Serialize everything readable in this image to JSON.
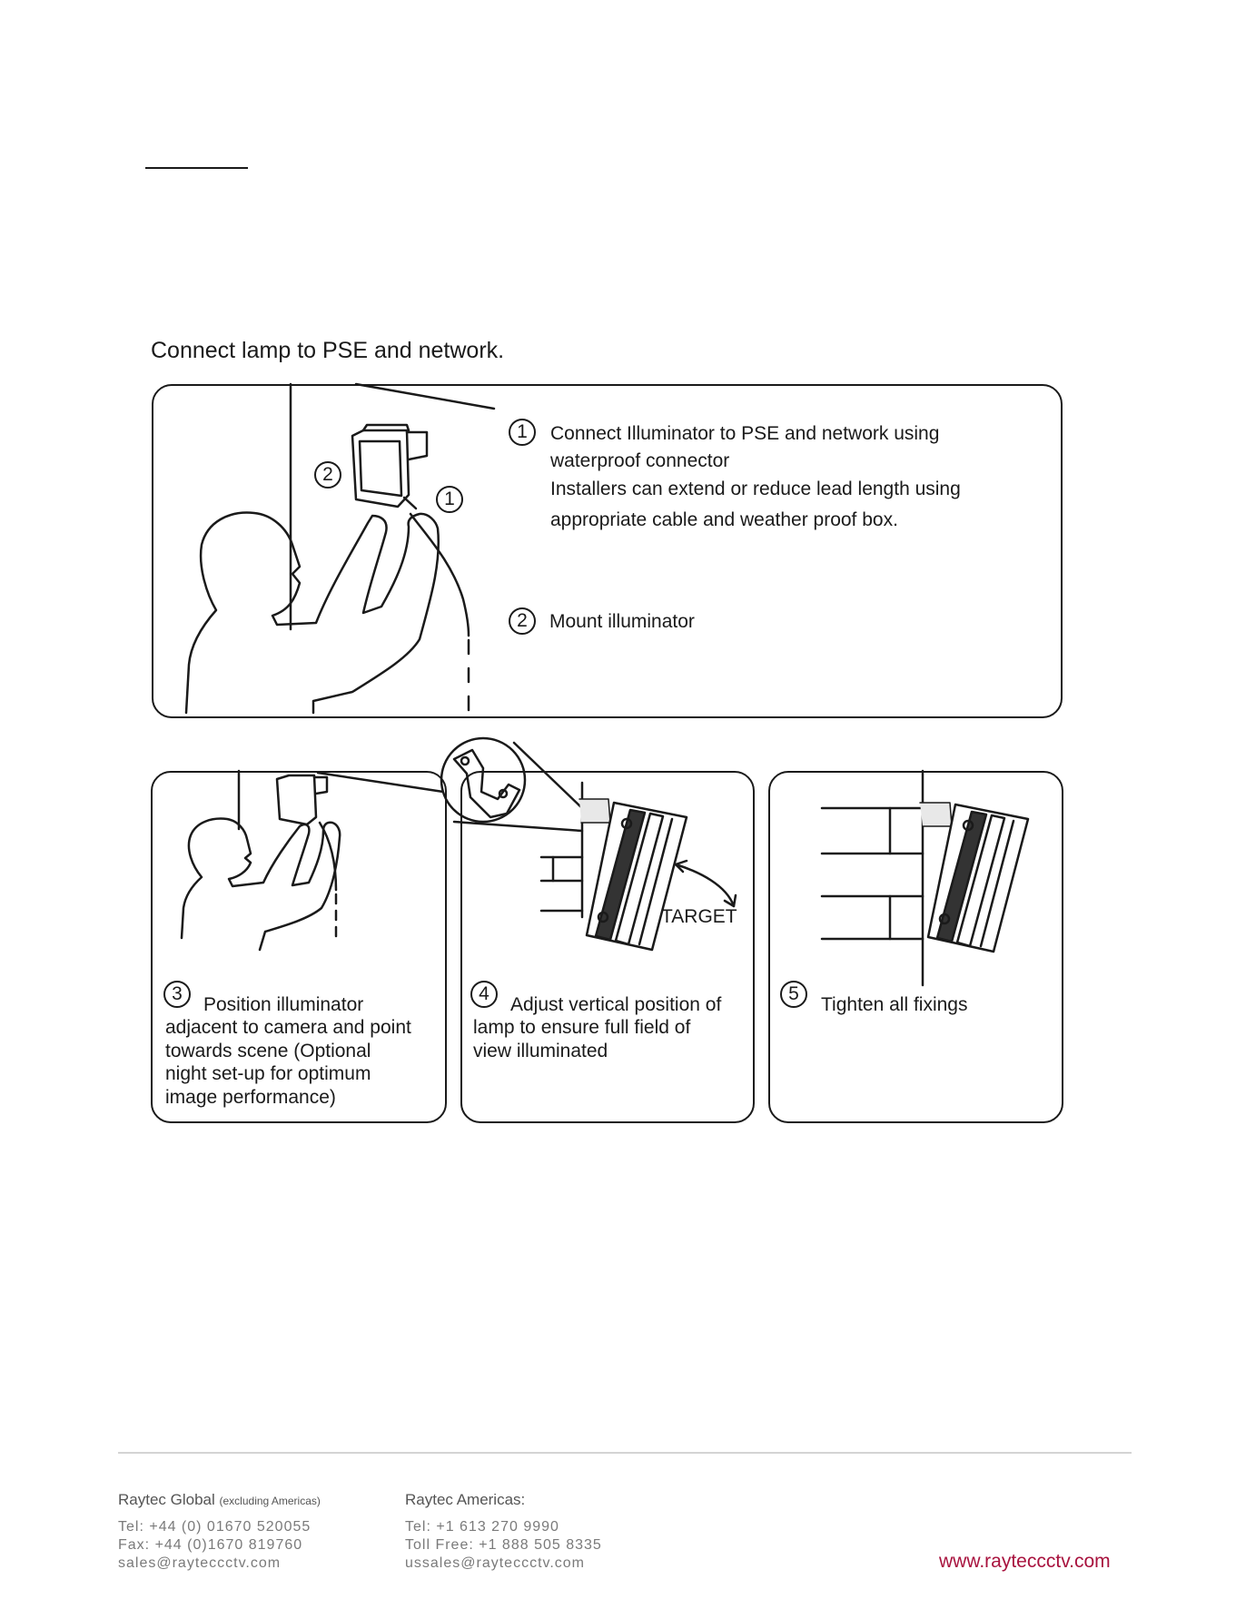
{
  "intro": "Connect lamp to PSE and network.",
  "steps": {
    "s1": {
      "num": "1",
      "line1": "Connect Illuminator to PSE and network using",
      "line2": "waterproof connector",
      "line3": "Installers can extend or reduce lead length using",
      "line4": "appropriate cable and weather proof box."
    },
    "s2": {
      "num": "2",
      "text": "Mount illuminator"
    },
    "s3": {
      "num": "3",
      "line1": "Position illuminator",
      "line2": "adjacent to camera and point",
      "line3": "towards scene (Optional",
      "line4": "night set-up for optimum",
      "line5": "image performance)"
    },
    "s4": {
      "num": "4",
      "line1": "Adjust vertical position of",
      "line2": "lamp to ensure full field of",
      "line3": "view illuminated",
      "target": "TARGET"
    },
    "s5": {
      "num": "5",
      "text": "Tighten all fixings"
    }
  },
  "footer": {
    "global": {
      "title": "Raytec Global",
      "note": "(excluding Americas)",
      "tel": "Tel: +44 (0) 01670 520055",
      "fax": "Fax: +44 (0)1670 819760",
      "email": "sales@rayteccctv.com"
    },
    "americas": {
      "title": "Raytec Americas:",
      "tel": "Tel: +1 613 270 9990",
      "tollfree": "Toll Free: +1 888 505 8335",
      "email": "ussales@rayteccctv.com"
    },
    "website": "www.rayteccctv.com"
  }
}
